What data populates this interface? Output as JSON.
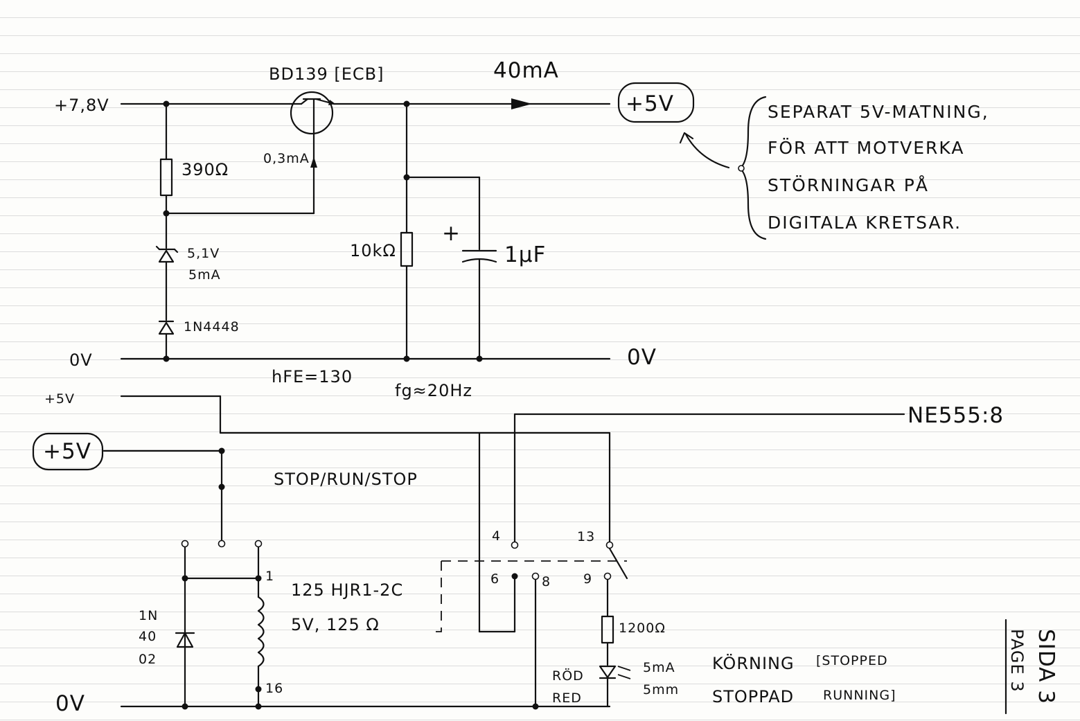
{
  "header": {
    "transistor": "BD139 [ECB]",
    "current_out": "40mA"
  },
  "supply": {
    "input_voltage": "+7,8V",
    "output_label": "+5V",
    "ground_top_left": "0V",
    "ground_top_right": "0V",
    "rail_5v_small": "+5V",
    "rail_5v_circled": "+5V",
    "ground_bottom": "0V"
  },
  "components": {
    "resistor_bias": "390Ω",
    "base_current": "0,3mA",
    "zener_voltage": "5,1V",
    "zener_current": "5mA",
    "diode": "1N4448",
    "resistor_bleed": "10kΩ",
    "cap_plus": "+",
    "capacitor": "1µF",
    "hfe": "hFE=130",
    "cutoff_freq": "fg≈20Hz",
    "relay_part": "125 HJR1-2C",
    "relay_spec": "5V, 125 Ω",
    "flyback_diode": [
      "1N",
      "40",
      "02"
    ],
    "led_resistor": "1200Ω",
    "led_color_sv": "RÖD",
    "led_color_en": "RED",
    "led_current": "5mA",
    "led_size": "5mm"
  },
  "switch": {
    "label": "STOP/RUN/STOP"
  },
  "relay_pins": {
    "p1": "1",
    "p16": "16",
    "p4": "4",
    "p13": "13",
    "p6": "6",
    "p8": "8",
    "p9": "9"
  },
  "connections": {
    "ne555": "NE555:8"
  },
  "notes": {
    "swedish_lines": [
      "SEPARAT 5V-MATNING,",
      "FÖR ATT MOTVERKA",
      "STÖRNINGAR PÅ",
      "DIGITALA KRETSAR."
    ],
    "status_running_sv": "KÖRNING",
    "status_stopped_en": "[STOPPED",
    "status_stopped_sv": "STOPPAD",
    "status_running_en": "RUNNING]"
  },
  "page_number": {
    "sv": "SIDA 3",
    "en": "PAGE 3"
  }
}
